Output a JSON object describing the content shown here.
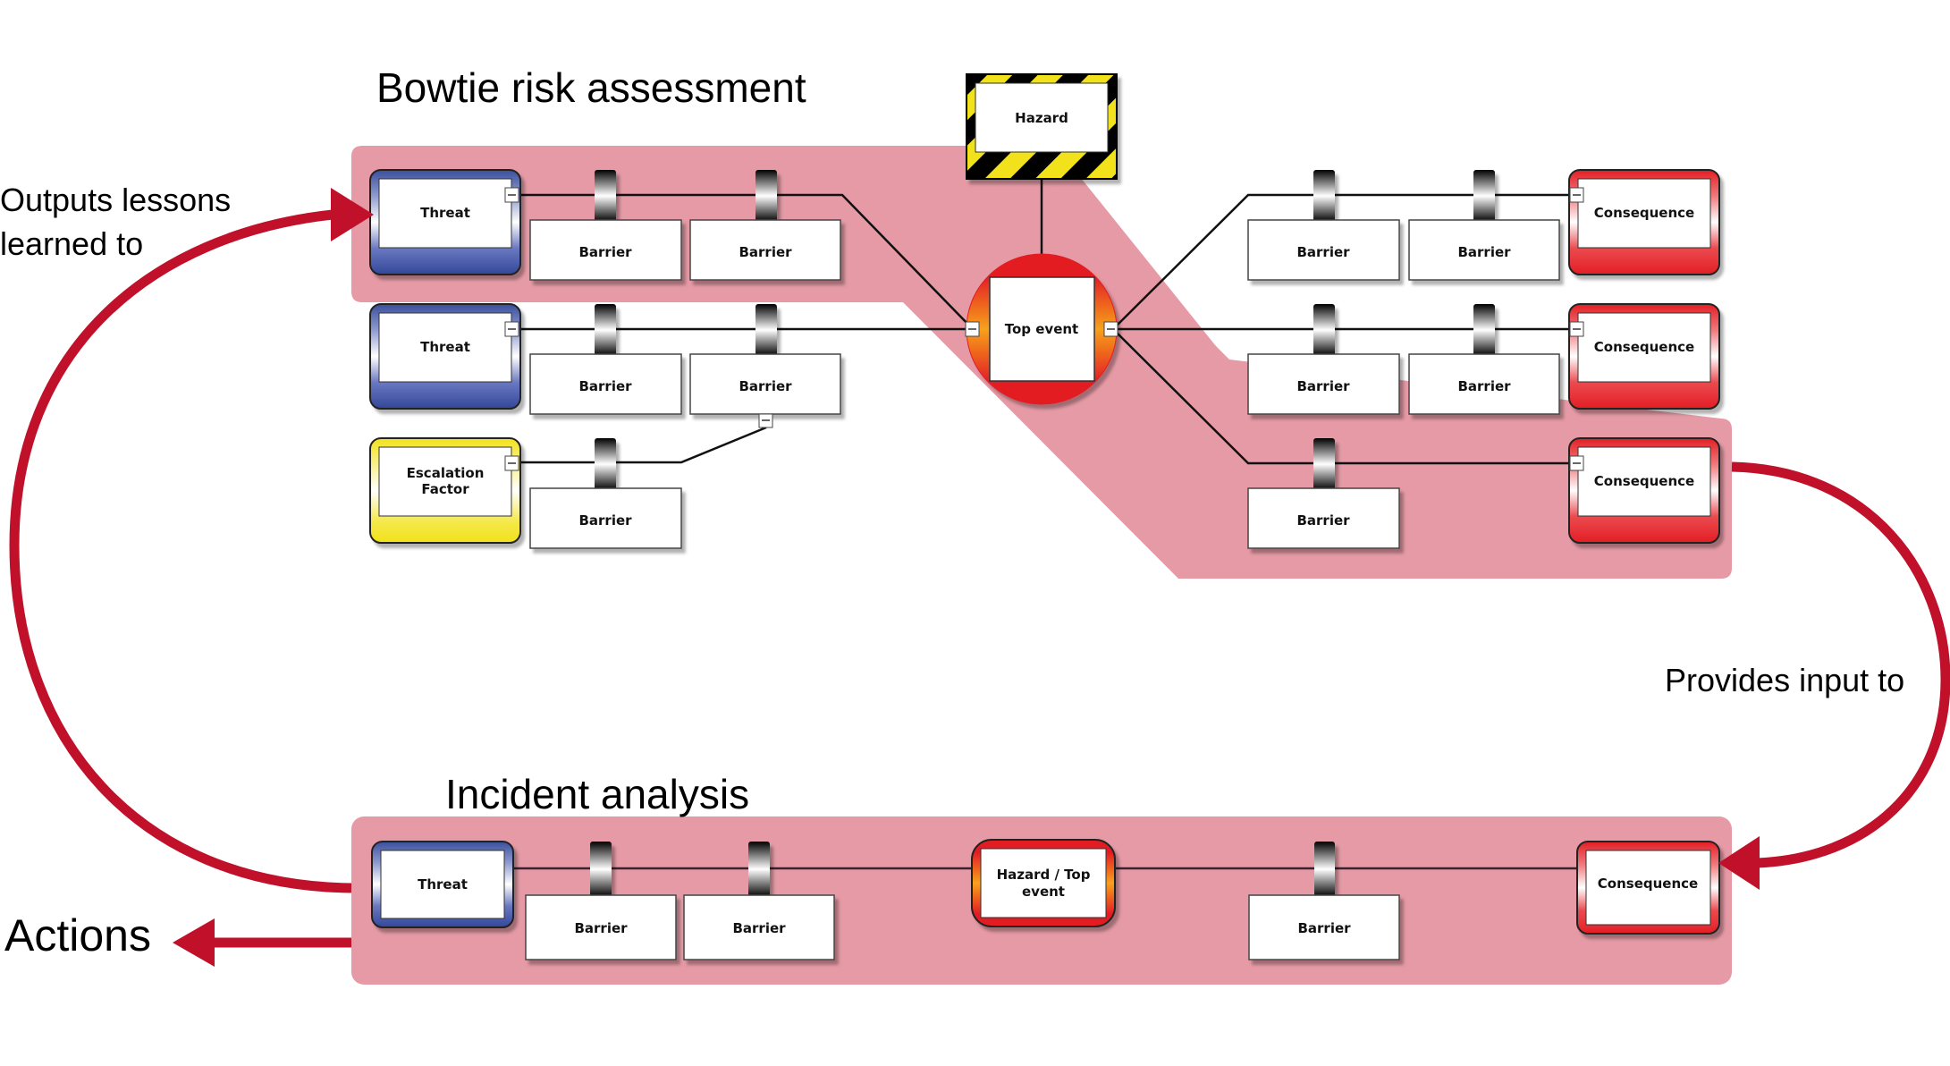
{
  "titles": {
    "bowtie": "Bowtie risk assessment",
    "incident": "Incident analysis"
  },
  "annotations": {
    "outputs_line1": "Outputs lessons",
    "outputs_line2": "learned to",
    "provides": "Provides input to",
    "actions": "Actions"
  },
  "colors": {
    "band": "#e59aa5",
    "arrow": "#c0102a",
    "threat": "#3a4f9c",
    "consequence": "#e31e24",
    "escalation": "#f2e21a",
    "hazard_stripe_yellow": "#f2e21a",
    "hazard_stripe_black": "#000000",
    "top_event_orange": "#f7a11a"
  },
  "bowtie": {
    "hazard": "Hazard",
    "top_event": "Top event",
    "threats": [
      {
        "label": "Threat",
        "barriers": [
          "Barrier",
          "Barrier"
        ]
      },
      {
        "label": "Threat",
        "barriers": [
          "Barrier",
          "Barrier"
        ]
      }
    ],
    "escalation_factor": {
      "line1": "Escalation",
      "line2": "Factor",
      "barriers": [
        "Barrier"
      ]
    },
    "consequences": [
      {
        "label": "Consequence",
        "barriers": [
          "Barrier",
          "Barrier"
        ]
      },
      {
        "label": "Consequence",
        "barriers": [
          "Barrier",
          "Barrier"
        ]
      },
      {
        "label": "Consequence",
        "barriers": [
          "Barrier"
        ]
      }
    ]
  },
  "incident": {
    "threat": "Threat",
    "left_barriers": [
      "Barrier",
      "Barrier"
    ],
    "hazard_top_line1": "Hazard / Top",
    "hazard_top_line2": "event",
    "right_barriers": [
      "Barrier"
    ],
    "consequence": "Consequence"
  }
}
